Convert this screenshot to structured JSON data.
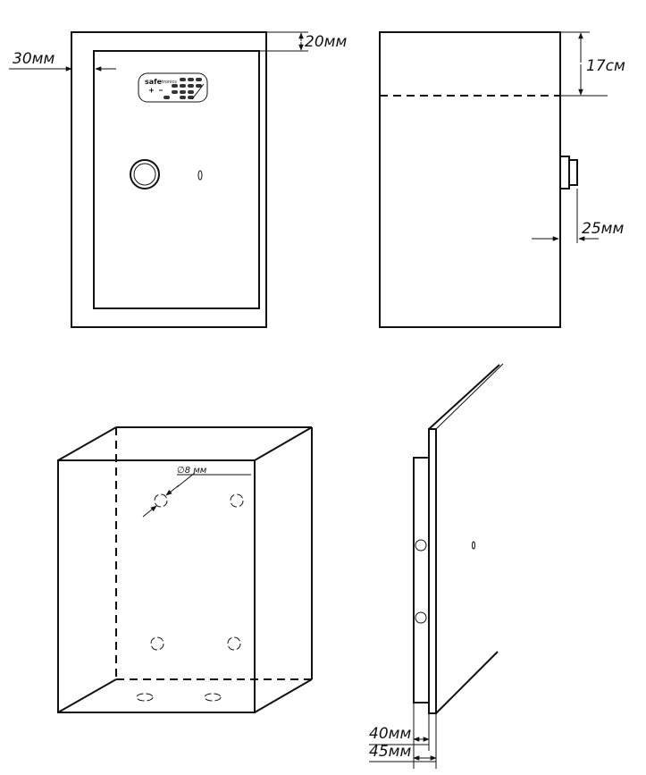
{
  "dimensions": {
    "front_side_margin": "30мм",
    "front_top_margin": "20мм",
    "side_top_depth": "17см",
    "handle_offset": "25мм",
    "hole_diameter": "∅8 мм",
    "door_thickness_inner": "40мм",
    "door_thickness_outer": "45мм"
  },
  "keypad": {
    "brand_bold": "safe",
    "brand_light": "tronics"
  },
  "colors": {
    "line": "#111111",
    "background": "#ffffff"
  }
}
